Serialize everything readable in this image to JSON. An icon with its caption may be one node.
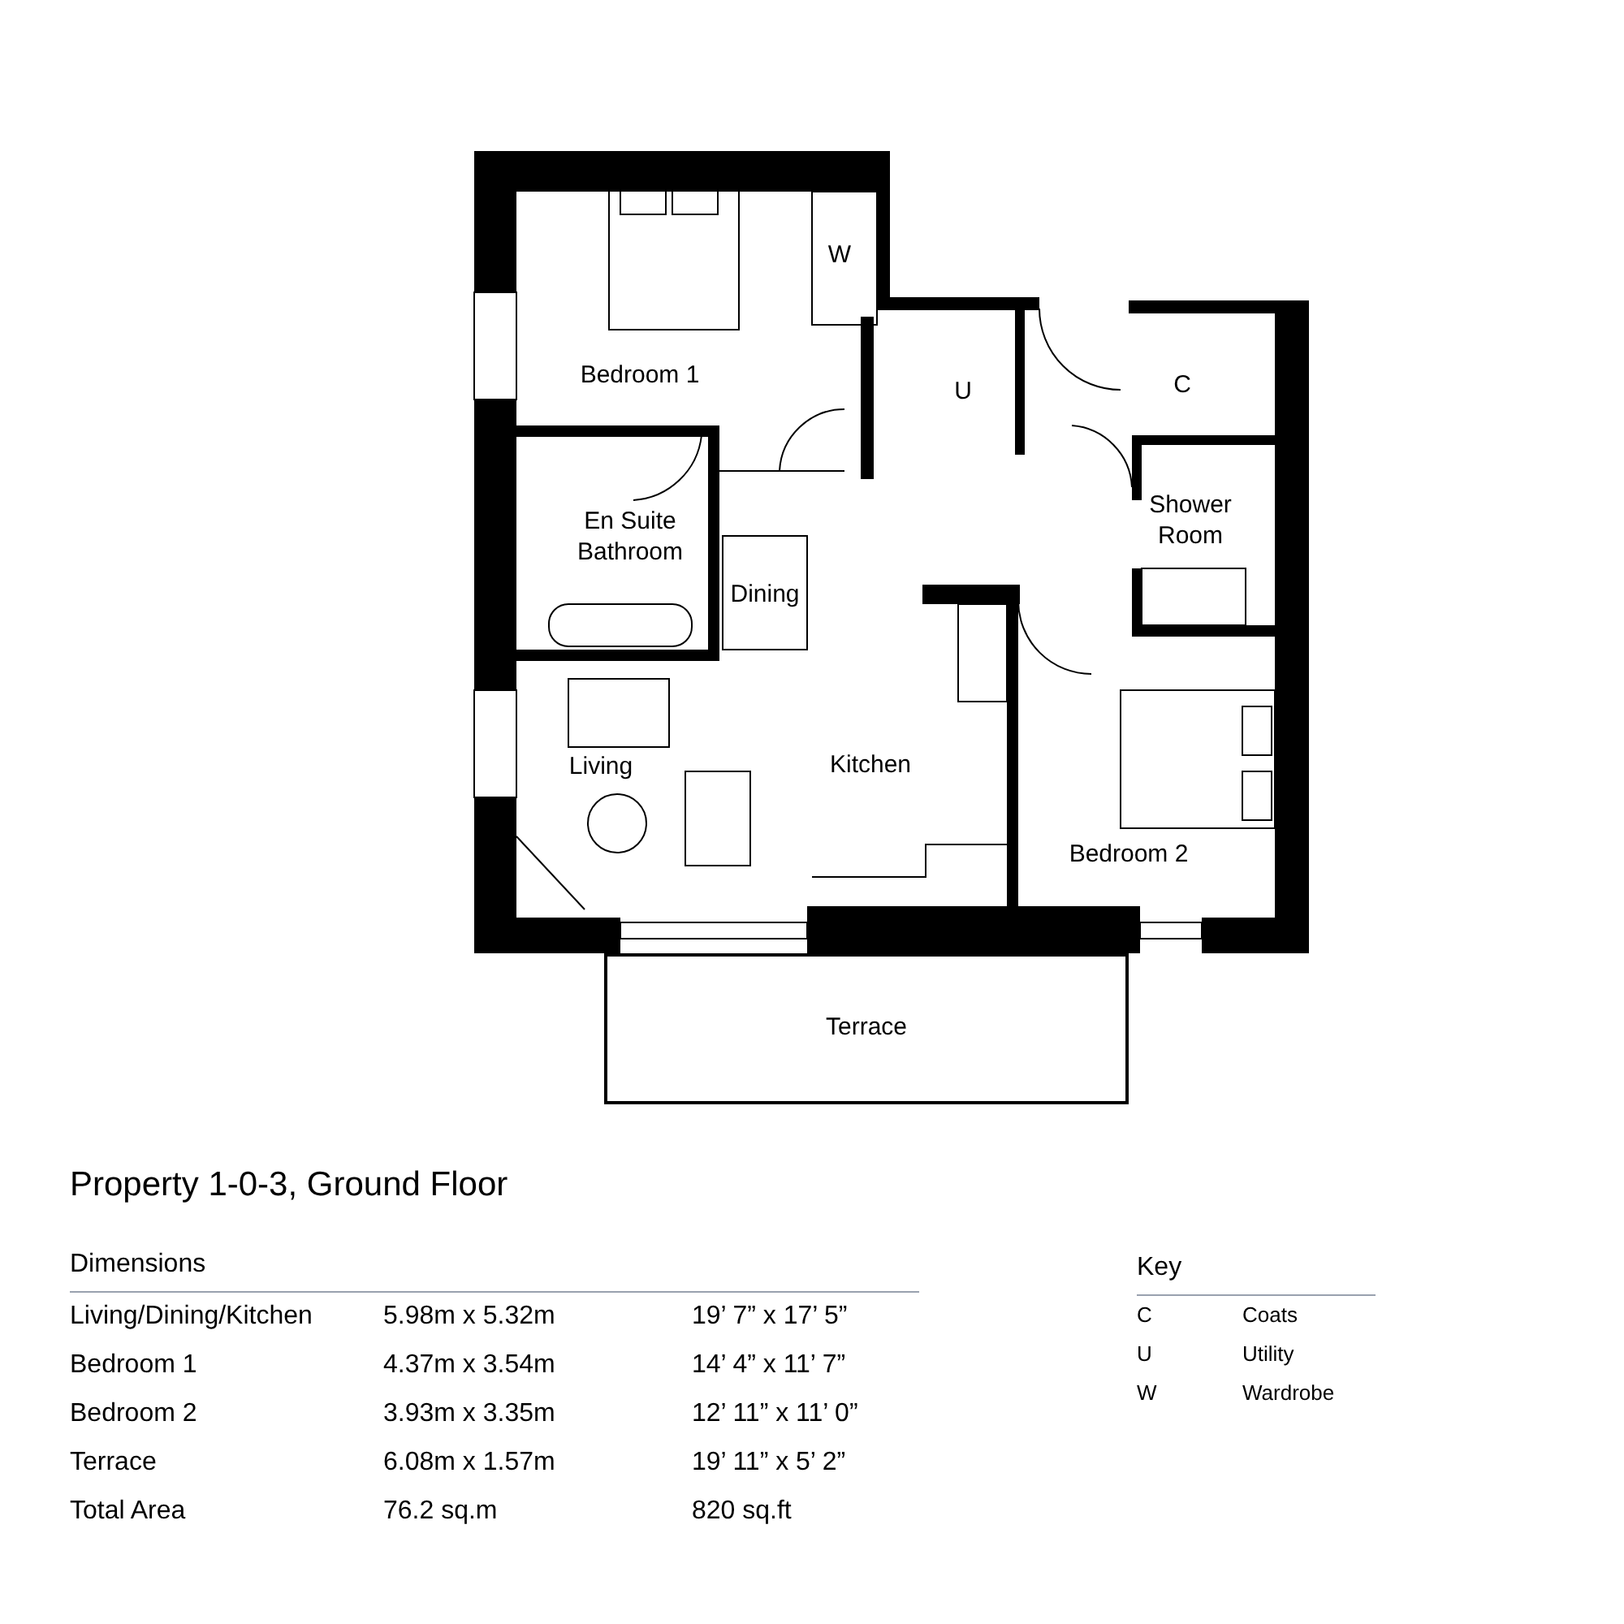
{
  "diagram": {
    "title": "Property 1-0-3, Ground Floor",
    "nodes": [
      {
        "text": [
          "Bedroom 1"
        ]
      },
      {
        "text": [
          "W"
        ]
      },
      {
        "text": [
          "U"
        ]
      },
      {
        "text": [
          "C"
        ]
      },
      {
        "text": [
          "En Suite Bathroom"
        ]
      },
      {
        "text": [
          "Shower Room"
        ]
      },
      {
        "text": [
          "Dining"
        ]
      },
      {
        "text": [
          "Living"
        ]
      },
      {
        "text": [
          "Kitchen"
        ]
      },
      {
        "text": [
          "Bedroom 2"
        ]
      },
      {
        "text": [
          "Terrace"
        ]
      }
    ],
    "labels": [
      "Dimensions",
      "Living/Dining/Kitchen",
      "5.98m x 5.32m",
      "19’ 7” x 17’ 5”",
      "Bedroom 1",
      "4.37m x 3.54m",
      "14’ 4” x 11’ 7”",
      "Bedroom 2",
      "3.93m x 3.35m",
      "12’ 11” x 11’ 0”",
      "Terrace",
      "6.08m x 1.57m",
      "19’ 11” x 5’ 2”",
      "Total Area",
      "76.2 sq.m",
      "820 sq.ft",
      "Key",
      "C",
      "Coats",
      "U",
      "Utility",
      "W",
      "Wardrobe"
    ]
  }
}
